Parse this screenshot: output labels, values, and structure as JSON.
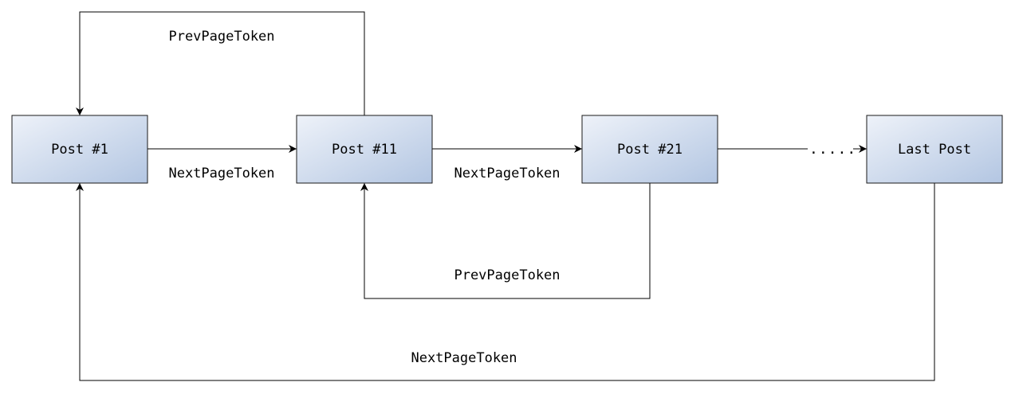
{
  "colors": {
    "node_fill_start": "#eef2f9",
    "node_fill_end": "#b3c6e2",
    "stroke": "#000000"
  },
  "nodes": [
    {
      "id": "post1",
      "label": "Post #1"
    },
    {
      "id": "post11",
      "label": "Post #11"
    },
    {
      "id": "post21",
      "label": "Post #21"
    },
    {
      "id": "last",
      "label": "Last Post"
    }
  ],
  "edges": [
    {
      "from": "post1",
      "to": "post11",
      "label": "NextPageToken"
    },
    {
      "from": "post11",
      "to": "post21",
      "label": "NextPageToken"
    },
    {
      "from": "post21",
      "to": "last",
      "label": "....."
    },
    {
      "from": "post11",
      "to": "post1",
      "label": "PrevPageToken"
    },
    {
      "from": "post21",
      "to": "post11",
      "label": "PrevPageToken"
    },
    {
      "from": "last",
      "to": "post1",
      "label": "NextPageToken"
    }
  ]
}
